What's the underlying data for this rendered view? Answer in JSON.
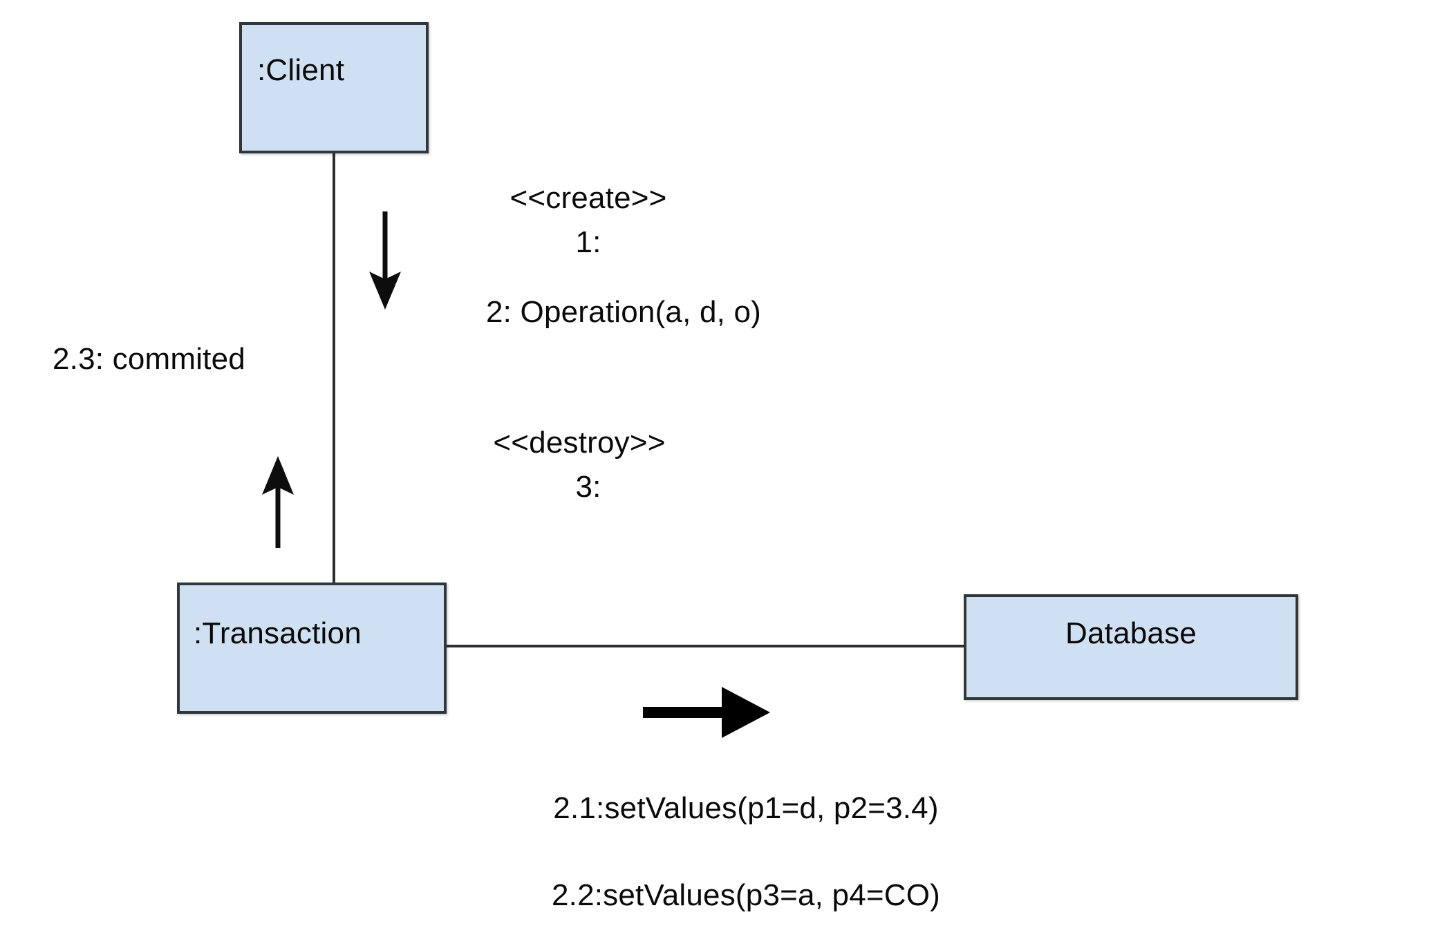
{
  "diagram": {
    "type": "uml-communication-diagram",
    "title": "",
    "background_color": "#ffffff",
    "node_fill_color": "#cfe0f3",
    "node_border_color": "#31363b",
    "line_color": "#2b2f33"
  },
  "nodes": [
    {
      "id": "client",
      "label": ":Client",
      "align": "left"
    },
    {
      "id": "transaction",
      "label": ":Transaction",
      "align": "left"
    },
    {
      "id": "database",
      "label": "Database",
      "align": "center"
    }
  ],
  "links": [
    {
      "id": "client-transaction",
      "from": "client",
      "to": "transaction",
      "orientation": "vertical"
    },
    {
      "id": "transaction-database",
      "from": "transaction",
      "to": "database",
      "orientation": "horizontal"
    }
  ],
  "messages": [
    {
      "id": "m1-stereotype",
      "text": "<<create>>",
      "direction": "down",
      "align": "center"
    },
    {
      "id": "m1-sequence",
      "text": "1:",
      "direction": "down",
      "align": "center"
    },
    {
      "id": "m2",
      "text": "2: Operation(a, d, o)",
      "direction": "down",
      "align": "center"
    },
    {
      "id": "m3-stereotype",
      "text": "<<destroy>>",
      "direction": "down",
      "align": "center"
    },
    {
      "id": "m3-sequence",
      "text": "3:",
      "direction": "down",
      "align": "center"
    },
    {
      "id": "m23",
      "text": "2.3: commited",
      "direction": "up",
      "align": "left"
    },
    {
      "id": "m21",
      "text": "2.1:setValues(p1=d, p2=3.4)",
      "direction": "right",
      "align": "center"
    },
    {
      "id": "m22",
      "text": "2.2:setValues(p3=a, p4=CO)",
      "direction": "right",
      "align": "center"
    }
  ],
  "arrows": [
    {
      "id": "arrow-down-client-to-transaction",
      "direction": "down",
      "weight": "thin"
    },
    {
      "id": "arrow-up-transaction-to-client",
      "direction": "up",
      "weight": "thin"
    },
    {
      "id": "arrow-right-transaction-to-database",
      "direction": "right",
      "weight": "thick"
    }
  ]
}
